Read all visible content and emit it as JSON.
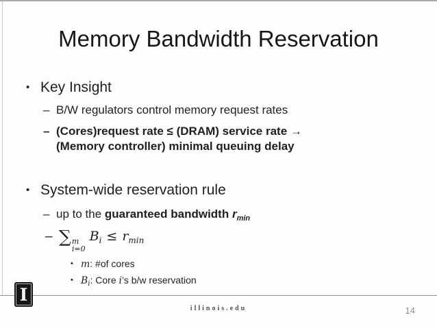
{
  "slide": {
    "title": "Memory Bandwidth Reservation",
    "page_number": "14"
  },
  "glyphs": {
    "bullet_l1": "•",
    "dash_l2": "–",
    "bullet_l3": "•"
  },
  "content": {
    "key_insight": {
      "heading": "Key Insight",
      "regulators": "B/W regulators control memory request rates",
      "rate_rule_line1": "(Cores)request rate ≤ (DRAM) service rate →",
      "rate_rule_line2": "(Memory controller) minimal queuing delay"
    },
    "system_rule": {
      "heading": "System-wide reservation rule",
      "upto_prefix": "up to the ",
      "upto_bold": "guaranteed bandwidth ",
      "upto_var": "r",
      "upto_var_sub": "min",
      "formula": {
        "sigma": "∑",
        "upper_limit": "m",
        "lower_limit": "i=0",
        "term_var": "B",
        "term_sub": "i",
        "relation": "≤",
        "bound_var": "r",
        "bound_sub": "min"
      },
      "note_m_var": "m",
      "note_m_text": ": #of cores",
      "note_b_var": "B",
      "note_b_sub": "i",
      "note_b_text1": ": Core ",
      "note_b_ivar": "i",
      "note_b_text2": "’s b/w reservation"
    }
  },
  "footer": {
    "logo_letter": "I",
    "site_text": "illinois.edu"
  }
}
